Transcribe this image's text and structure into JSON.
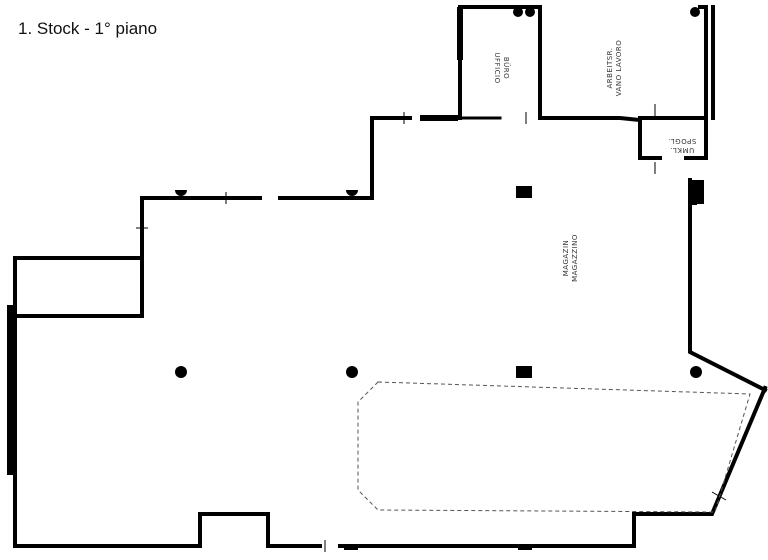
{
  "title": "1. Stock - 1° piano",
  "rooms": {
    "buro": {
      "line1": "BÜRO",
      "line2": "UFFICIO"
    },
    "arbeit": {
      "line1": "ARBEITSR.",
      "line2": "VANO LAVORO"
    },
    "umkl": {
      "line1": "UMKL.",
      "line2": "SPOGL."
    },
    "magazin": {
      "line1": "MAGAZIN",
      "line2": "MAGAZZINO"
    }
  }
}
